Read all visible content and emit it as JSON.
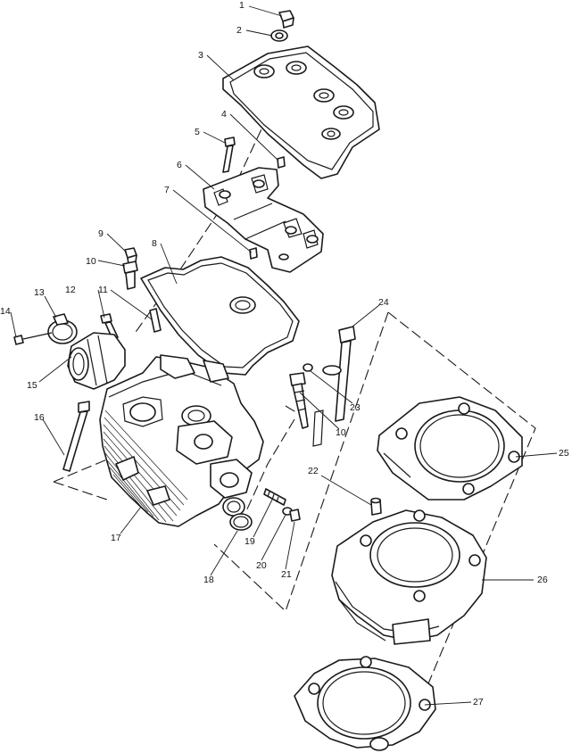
{
  "callouts": [
    {
      "label": "1"
    },
    {
      "label": "2"
    },
    {
      "label": "3"
    },
    {
      "label": "4"
    },
    {
      "label": "5"
    },
    {
      "label": "6"
    },
    {
      "label": "7"
    },
    {
      "label": "8"
    },
    {
      "label": "9"
    },
    {
      "label": "10"
    },
    {
      "label": "11"
    },
    {
      "label": "12"
    },
    {
      "label": "13"
    },
    {
      "label": "14"
    },
    {
      "label": "15"
    },
    {
      "label": "16"
    },
    {
      "label": "17"
    },
    {
      "label": "18"
    },
    {
      "label": "19"
    },
    {
      "label": "20"
    },
    {
      "label": "21"
    },
    {
      "label": "22"
    },
    {
      "label": "23"
    },
    {
      "label": "10"
    },
    {
      "label": "24"
    },
    {
      "label": "25"
    },
    {
      "label": "26"
    },
    {
      "label": "27"
    }
  ]
}
